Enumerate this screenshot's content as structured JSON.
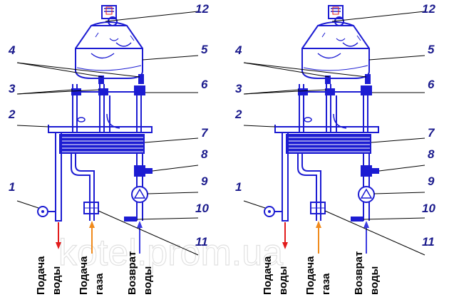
{
  "colors": {
    "outline": "#1c1cd2",
    "leader": "#000000",
    "number": "#1a1a8c",
    "supply_arrow": "#e21c1c",
    "gas_arrow": "#f08a1c",
    "return_arrow": "#3a3ae0",
    "watermark": "#c9c9c9"
  },
  "watermark": "kotel.prom.ua",
  "diagrams": [
    {
      "numbers": [
        "1",
        "2",
        "3",
        "4",
        "5",
        "6",
        "7",
        "8",
        "9",
        "10",
        "11",
        "12"
      ],
      "outlets": [
        {
          "line1": "Подача",
          "line2": "воды"
        },
        {
          "line1": "Подача",
          "line2": "газа"
        },
        {
          "line1": "Возврат",
          "line2": "воды"
        }
      ]
    },
    {
      "numbers": [
        "1",
        "2",
        "3",
        "4",
        "5",
        "6",
        "7",
        "8",
        "9",
        "10",
        "11",
        "12"
      ],
      "outlets": [
        {
          "line1": "Подача",
          "line2": "воды"
        },
        {
          "line1": "Подача",
          "line2": "газа"
        },
        {
          "line1": "Возврат",
          "line2": "воды"
        }
      ]
    }
  ]
}
